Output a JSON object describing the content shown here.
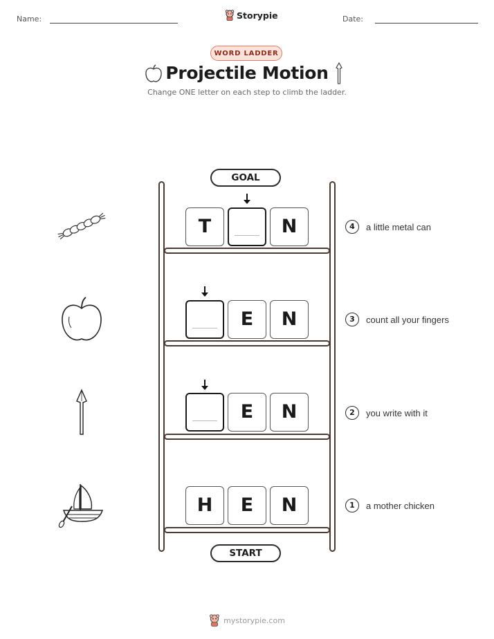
{
  "header": {
    "name_label": "Name:",
    "date_label": "Date:",
    "brand": "Storypie"
  },
  "badge": "WORD LADDER",
  "title": "Projectile Motion",
  "subtitle": "Change ONE letter on each step to climb the ladder.",
  "goal_label": "GOAL",
  "start_label": "START",
  "steps": [
    {
      "number": "4",
      "clue": "a little metal can",
      "tiles": [
        "T",
        "",
        "N"
      ],
      "picture": "rope-icon"
    },
    {
      "number": "3",
      "clue": "count all your fingers",
      "tiles": [
        "",
        "E",
        "N"
      ],
      "picture": "apple-icon"
    },
    {
      "number": "2",
      "clue": "you write with it",
      "tiles": [
        "",
        "E",
        "N"
      ],
      "picture": "spear-icon"
    },
    {
      "number": "1",
      "clue": "a mother chicken",
      "tiles": [
        "H",
        "E",
        "N"
      ],
      "picture": "boat-icon"
    }
  ],
  "footer": "mystorypie.com"
}
